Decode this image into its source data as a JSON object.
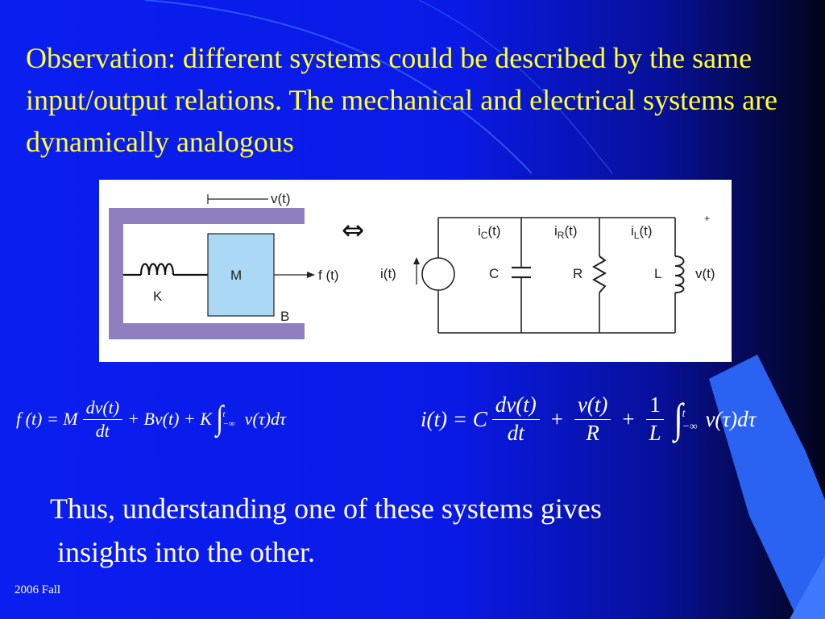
{
  "slide": {
    "title": "Observation: different systems could be described by the same input/output relations. The mechanical and electrical systems are dynamically analogous",
    "body": "Thus, understanding one of these systems gives\n insights into the other.",
    "footer": "2006 Fall"
  },
  "diagram": {
    "velocity_label": "v(t)",
    "mass_label": "M",
    "spring_label": "K",
    "damper_label": "B",
    "force_label": "f (t)",
    "equivalence_symbol": "⇔",
    "source_label": "i(t)",
    "branch_currents": [
      {
        "main": "i",
        "sub": "C",
        "arg": "(t)"
      },
      {
        "main": "i",
        "sub": "R",
        "arg": "(t)"
      },
      {
        "main": "i",
        "sub": "L",
        "arg": "(t)"
      }
    ],
    "capacitor_label": "C",
    "resistor_label": "R",
    "inductor_label": "L",
    "voltage_label": "v(t)",
    "plus_sign": "+"
  },
  "equations": {
    "mechanical": {
      "lhs": "f (t) = M",
      "frac_num": "dv(t)",
      "frac_den": "dt",
      "mid": "+ Bv(t) + K",
      "int_upper": "t",
      "int_lower": "−∞",
      "integrand": "v(τ)dτ"
    },
    "electrical": {
      "lhs": "i(t) = C",
      "frac1_num": "dv(t)",
      "frac1_den": "dt",
      "plus": "+",
      "frac2_num": "v(t)",
      "frac2_den": "R",
      "frac3_num": "1",
      "frac3_den": "L",
      "int_upper": "t",
      "int_lower": "−∞",
      "integrand": "v(τ)dτ"
    }
  },
  "colors": {
    "background": "#0a1ef0",
    "title_text": "#ffff33",
    "frame_purple": "#8f7fbf",
    "mass_fill": "#aad8f5"
  }
}
